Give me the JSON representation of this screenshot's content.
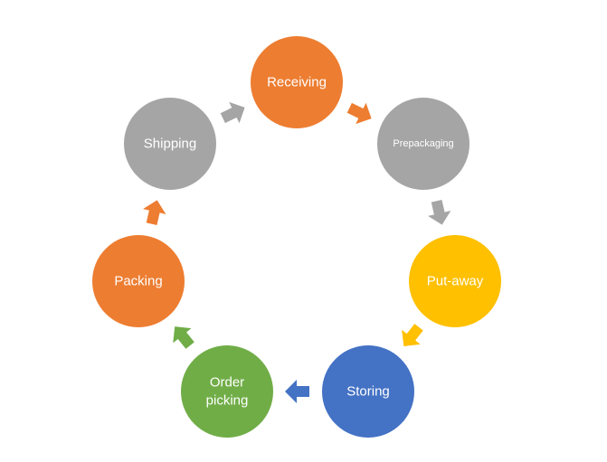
{
  "nodes": [
    {
      "id": "receiving",
      "lines": [
        "Receiving"
      ],
      "color": "#ED7D31"
    },
    {
      "id": "prepackaging",
      "lines": [
        "Prepackaging"
      ],
      "color": "#A5A5A5"
    },
    {
      "id": "put-away",
      "lines": [
        "Put-away"
      ],
      "color": "#FFC000"
    },
    {
      "id": "storing",
      "lines": [
        "Storing"
      ],
      "color": "#4472C4"
    },
    {
      "id": "order-picking",
      "lines": [
        "Order",
        "picking"
      ],
      "color": "#70AD47"
    },
    {
      "id": "packing",
      "lines": [
        "Packing"
      ],
      "color": "#ED7D31"
    },
    {
      "id": "shipping",
      "lines": [
        "Shipping"
      ],
      "color": "#A5A5A5"
    }
  ],
  "connectors": [
    {
      "from": "receiving",
      "to": "prepackaging",
      "color": "#ED7D31"
    },
    {
      "from": "prepackaging",
      "to": "put-away",
      "color": "#A5A5A5"
    },
    {
      "from": "put-away",
      "to": "storing",
      "color": "#FFC000"
    },
    {
      "from": "storing",
      "to": "order-picking",
      "color": "#4472C4"
    },
    {
      "from": "order-picking",
      "to": "packing",
      "color": "#70AD47"
    },
    {
      "from": "packing",
      "to": "shipping",
      "color": "#ED7D31"
    },
    {
      "from": "shipping",
      "to": "receiving",
      "color": "#A5A5A5"
    }
  ]
}
